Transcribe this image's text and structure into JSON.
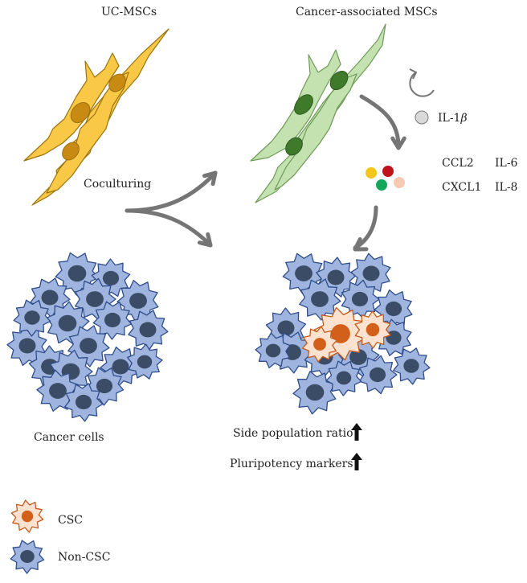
{
  "labels": {
    "uc_mscs": "UC-MSCs",
    "cancer_mscs": "Cancer-associated MSCs",
    "coculturing": "Coculturing",
    "il1b_prefix": "IL-1",
    "il1b_beta": "β",
    "ccl2": "CCL2",
    "il6": "IL-6",
    "cxcl1": "CXCL1",
    "il8": "IL-8",
    "cancer_cells": "Cancer cells",
    "side_population": "Side population ratio",
    "pluripotency": "Pluripotency markers",
    "legend_csc": "CSC",
    "legend_noncsc": "Non-CSC"
  },
  "colors": {
    "uc_msc_fill": "#f9c846",
    "uc_msc_stroke": "#9a7410",
    "uc_msc_nucleus": "#c98a14",
    "cam_fill": "#c4e2b0",
    "cam_stroke": "#6e9a58",
    "cam_nucleus": "#3f7a2a",
    "tumor_fill": "#9fb4de",
    "tumor_stroke": "#2f4d8a",
    "tumor_nucleus": "#3b4d66",
    "csc_fill": "#fde3cf",
    "csc_stroke": "#c45a1c",
    "csc_nucleus": "#d2601a",
    "arrow": "#757575",
    "dot_yellow": "#f5c518",
    "dot_red": "#c0121b",
    "dot_green": "#12a85a",
    "dot_peach": "#f6c9b0",
    "il1b_dot": "#d9d9d9"
  }
}
